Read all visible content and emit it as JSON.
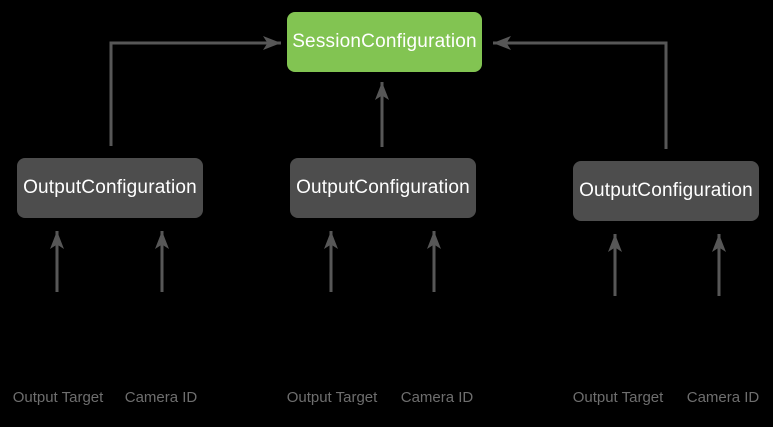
{
  "diagram": {
    "session_box": {
      "label": "SessionConfiguration"
    },
    "columns": [
      {
        "box_label": "OutputConfiguration",
        "inputs": [
          "Output Target",
          "Camera ID"
        ]
      },
      {
        "box_label": "OutputConfiguration",
        "inputs": [
          "Output Target",
          "Camera ID"
        ]
      },
      {
        "box_label": "OutputConfiguration",
        "inputs": [
          "Output Target",
          "Camera ID"
        ]
      }
    ]
  },
  "colors": {
    "background": "#000000",
    "session_box_fill": "#82c452",
    "output_box_fill": "#4d4d4d",
    "box_text": "#ffffff",
    "arrow": "#575757",
    "input_label_text": "#6e6e6e"
  }
}
